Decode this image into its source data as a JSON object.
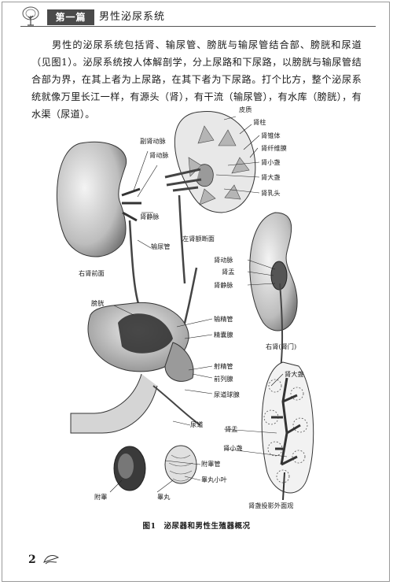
{
  "header": {
    "chapter": "第一篇",
    "title": "男性泌尿系统"
  },
  "intro": "男性的泌尿系统包括肾、输尿管、膀胱与输尿管结合部、膀胱和尿道（见图1）。泌尿系统按人体解剖学，分上尿路和下尿路，以膀胱与输尿管结合部为界，在其上者为上尿路，在其下者为下尿路。打个比方，整个泌尿系统就像万里长江一样，有源头（肾），有干流（输尿管），有水库（膀胱），有水渠（尿道）。",
  "figure": {
    "labels": {
      "pizhi": "皮质",
      "shenzhu": "肾柱",
      "shenzhuiti": "肾锥体",
      "shenxianweimo": "肾纤维膜",
      "fushendongmai": "副肾动脉",
      "shendongmai_top": "肾动脉",
      "shenxiaozhan_top": "肾小盏",
      "shendazhan_top": "肾大盏",
      "shenrutou": "肾乳头",
      "shenjingmai_left": "肾静脉",
      "shuniaoguan": "输尿管",
      "zuoshen": "左肾额断面",
      "youshenqianmian": "右肾前面",
      "shendongmai_right": "肾动脉",
      "shenyu_right": "肾盂",
      "shenjingmai_right": "肾静脉",
      "pangguang": "膀胱",
      "shujingguan": "输精管",
      "jingnangxian": "精囊腺",
      "youshen_shenmen": "右肾(肾门)",
      "shejingguan": "射精管",
      "qianliexian": "前列腺",
      "niaodaoqiuxian": "尿道球腺",
      "shendazhan_bottom": "肾大盏",
      "niaodao": "尿道",
      "shenyu_bottom": "肾盂",
      "shenxiaozhan_bottom": "肾小盏",
      "fugaoguan": "附睾管",
      "gaowanxiaoye": "睾丸小叶",
      "fugao": "附睾",
      "gaowan": "睾丸",
      "shenzhantouying": "肾盏投影外面观"
    },
    "caption": "图1　泌尿器和男性生殖器概况"
  },
  "page_number": "2"
}
